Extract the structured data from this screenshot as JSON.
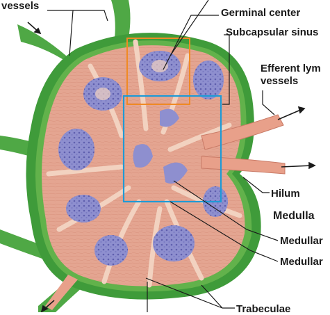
{
  "labels": {
    "vessels_left": "vessels",
    "germinal_center": "Germinal center",
    "subcapsular_sinus": "Subcapsular sinus",
    "efferent_line1": "Efferent lym",
    "efferent_line2": "vessels",
    "hilum": "Hilum",
    "medulla": "Medulla",
    "medullary_1": "Medullar",
    "medullary_2": "Medullar",
    "trabeculae": "Trabeculae"
  },
  "colors": {
    "capsule_green": "#3f9b3a",
    "capsule_green_light": "#7fc45a",
    "tissue_pink": "#e4a591",
    "tissue_light": "#f2d2c0",
    "follicle_purple": "#8e8fcf",
    "lymphocyte": "#6e6fb8",
    "inset_orange": "#f08a24",
    "inset_blue": "#1e9ad6",
    "leader_line": "#1a1a1a"
  }
}
